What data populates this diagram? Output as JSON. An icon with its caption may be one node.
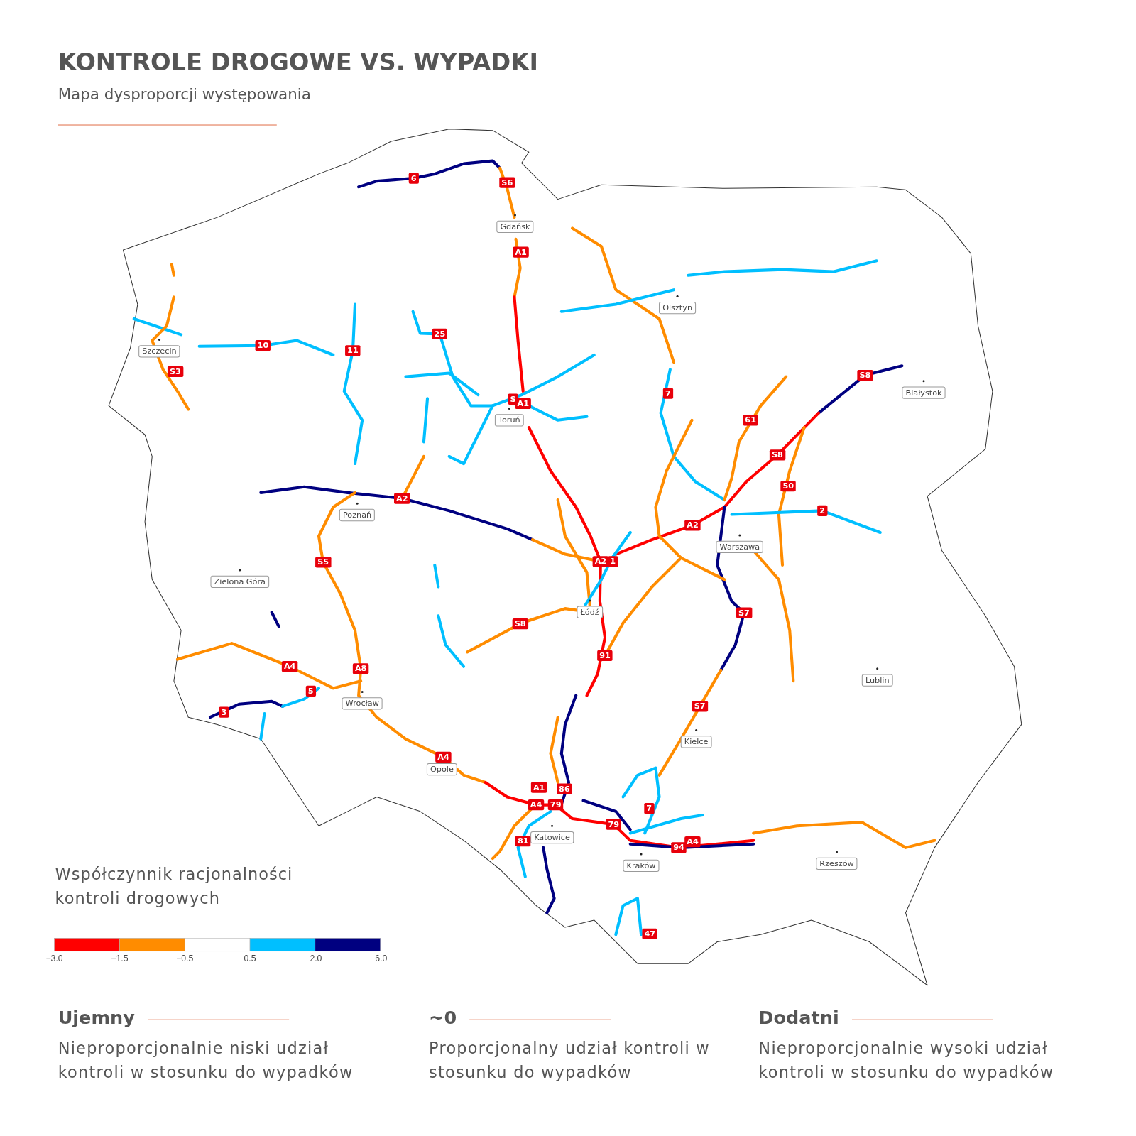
{
  "diagram": {
    "title": "KONTROLE DROGOWE VS. WYPADKI",
    "labels": [
      "Mapa dysproporcji występowania",
      "6",
      "S6",
      "Gdańsk",
      "A1",
      "Olsztyn",
      "25",
      "Szczecin",
      "10",
      "11",
      "S3",
      "S8",
      "7",
      "Białystok",
      "S",
      "A1",
      "Toruń",
      "61",
      "S8",
      "50",
      "A2",
      "2",
      "Poznań",
      "A2",
      "Warszawa",
      "S5",
      "A2",
      "1",
      "Zielona Góra",
      "Łódź",
      "S7",
      "S8",
      "91",
      "A4",
      "A8",
      "Lublin",
      "5",
      "Wrocław",
      "S7",
      "3",
      "Kielce",
      "A4",
      "Opole",
      "A1",
      "86",
      "A4",
      "79",
      "7",
      "79",
      "Katowice",
      "81",
      "A4",
      "94",
      "Kraków",
      "Rzeszów",
      "Współczynnik racjonalności kontroli drogowych",
      "47",
      "−3.0",
      "−1.5",
      "−0.5",
      "0.5",
      "2.0",
      "6.0",
      "Ujemny",
      "~0",
      "Dodatni",
      "Nieproporcjonalnie niski udział kontroli w stosunku do wypadków",
      "Proporcjonalny udział kontroli w stosunku do wypadków",
      "Nieproporcjonalnie wysoki udział kontroli w stosunku do wypadków"
    ]
  }
}
